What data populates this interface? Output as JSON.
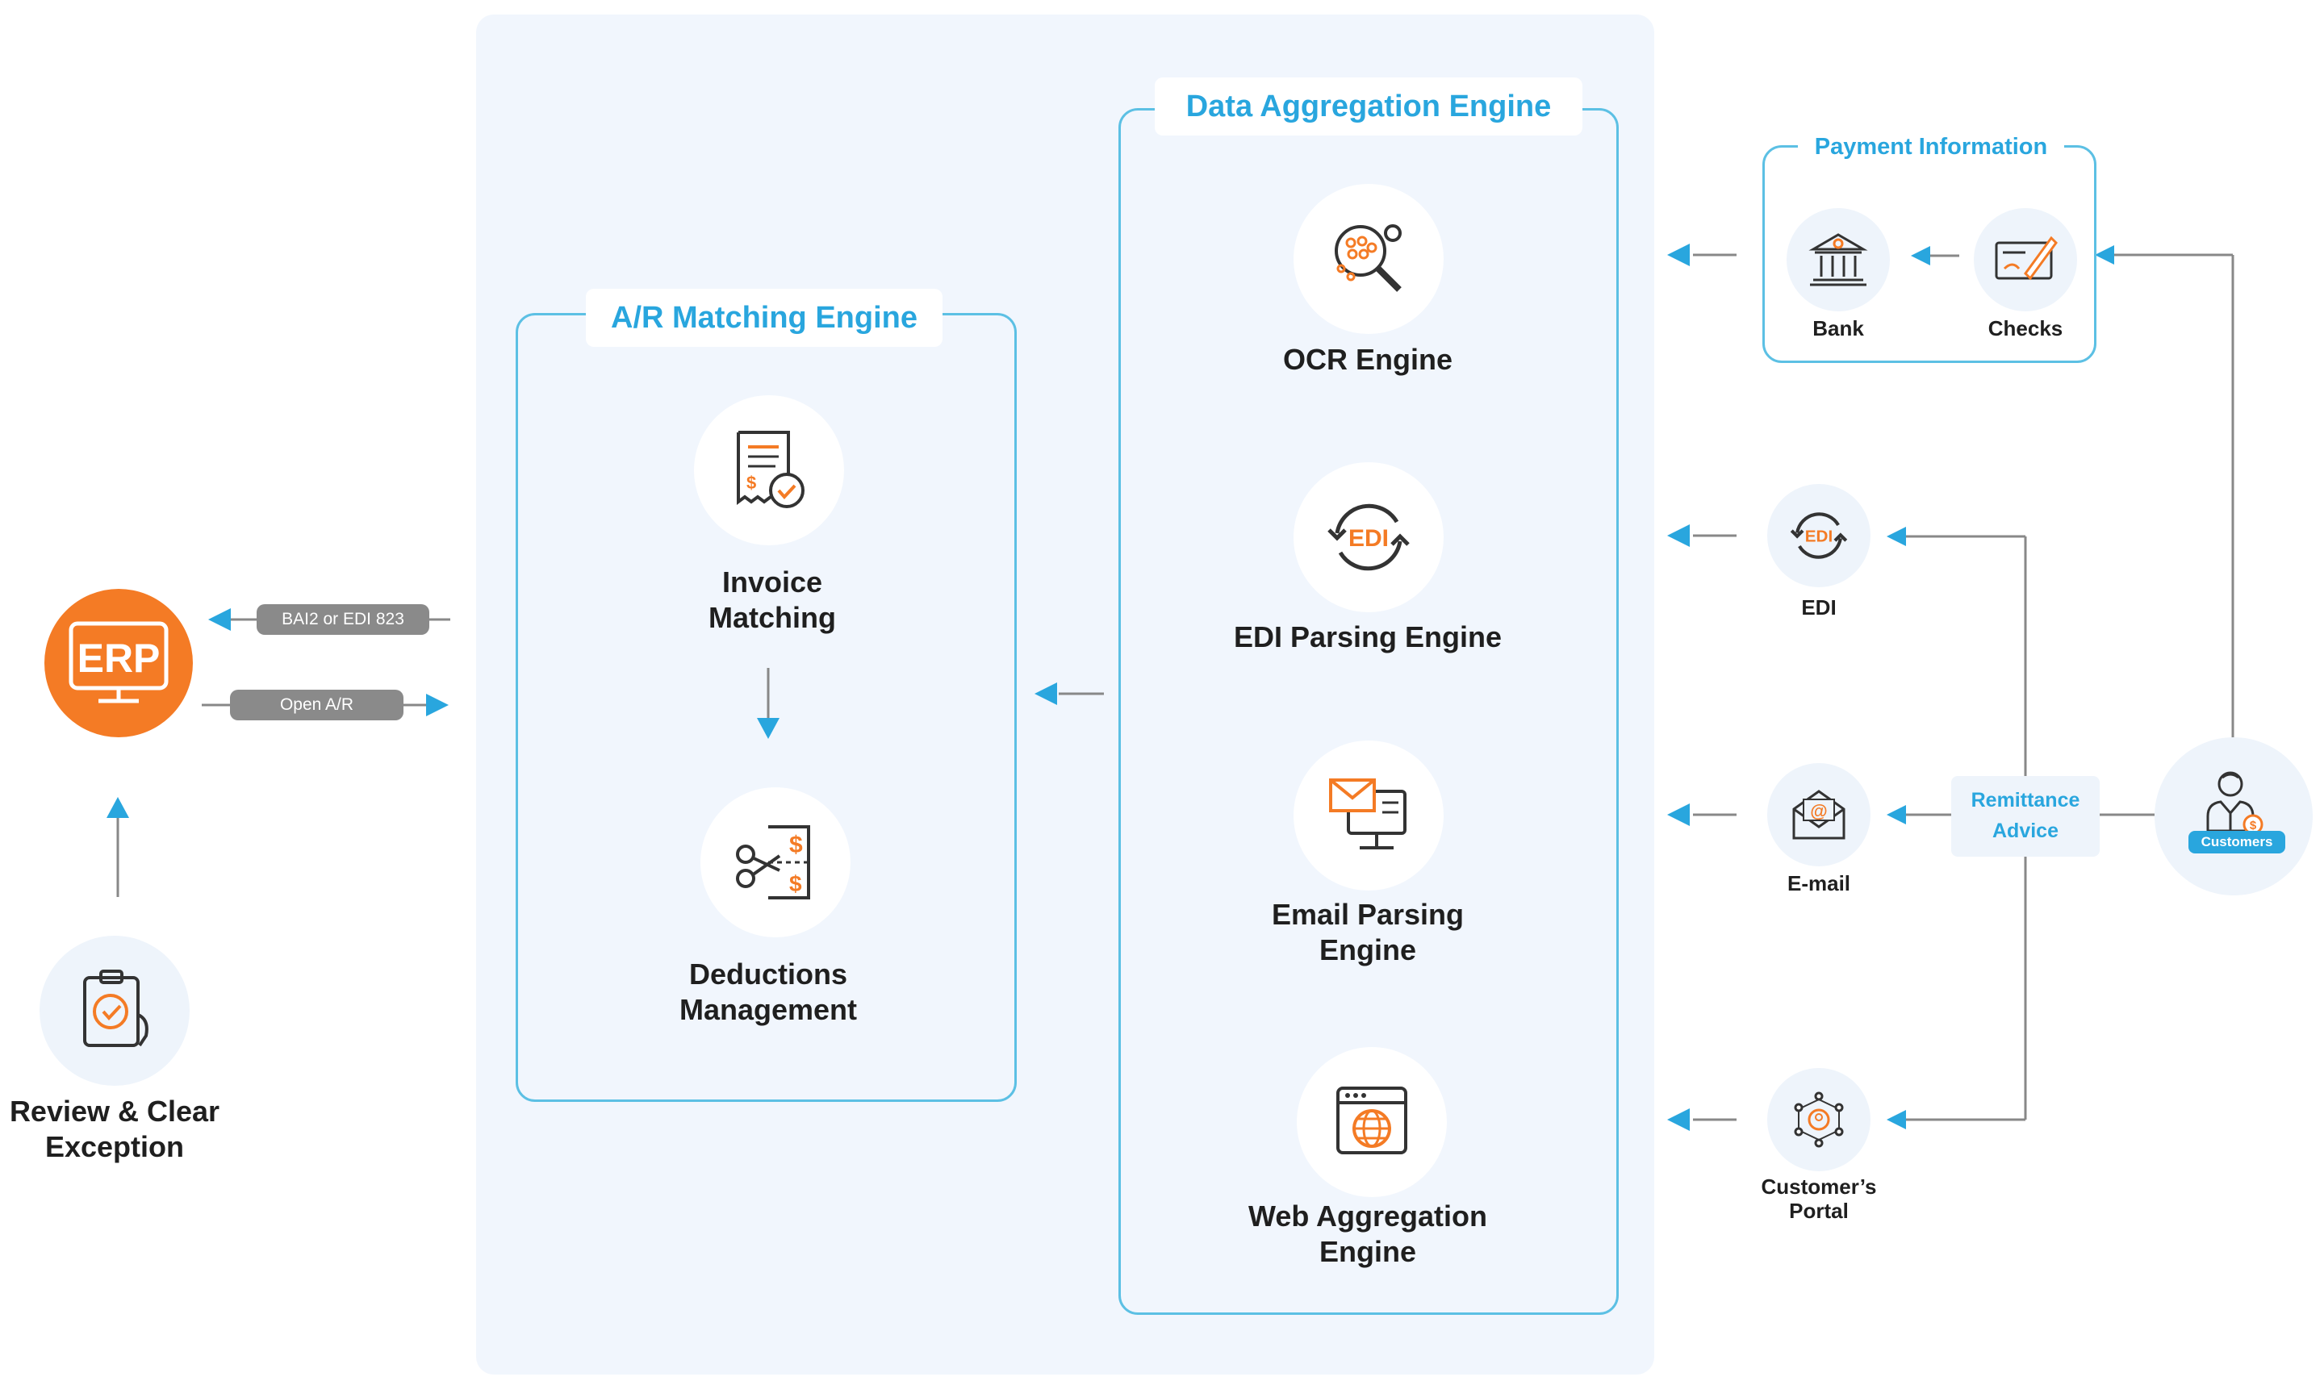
{
  "erp": {
    "logo_text": "ERP"
  },
  "edges": {
    "bai2_label": "BAI2 or EDI 823",
    "open_ar_label": "Open A/R"
  },
  "review": {
    "label_line1": "Review & Clear",
    "label_line2": "Exception"
  },
  "ar_engine": {
    "title": "A/R Matching Engine",
    "invoice_line1": "Invoice",
    "invoice_line2": "Matching",
    "deductions_line1": "Deductions",
    "deductions_line2": "Management"
  },
  "aggregation": {
    "title": "Data Aggregation Engine",
    "ocr": "OCR Engine",
    "edi": "EDI Parsing Engine",
    "email_line1": "Email Parsing",
    "email_line2": "Engine",
    "web_line1": "Web Aggregation",
    "web_line2": "Engine"
  },
  "payment": {
    "title": "Payment Information",
    "bank": "Bank",
    "checks": "Checks"
  },
  "sources": {
    "edi": "EDI",
    "edi_icon_text": "EDI",
    "email": "E-mail",
    "portal_line1": "Customer’s",
    "portal_line2": "Portal"
  },
  "remittance": {
    "line1": "Remittance",
    "line2": "Advice"
  },
  "customers": {
    "badge": "Customers"
  },
  "icons": {
    "erp": "erp-monitor-icon",
    "review": "clipboard-check-icon",
    "invoice": "invoice-check-icon",
    "deductions": "scissors-dollar-icon",
    "ocr": "ocr-scan-gear-icon",
    "edi_engine": "edi-sync-icon",
    "email_engine": "email-monitor-icon",
    "web": "browser-globe-icon",
    "bank": "bank-icon",
    "checks": "check-pen-icon",
    "edi_source": "edi-sync-icon",
    "email_source": "envelope-at-icon",
    "portal": "portal-network-icon",
    "customer": "customer-person-icon"
  },
  "colors": {
    "accent_blue": "#29a6de",
    "accent_orange": "#f47b25",
    "panel_bg": "#f1f6fd",
    "arrow_gray": "#888888"
  }
}
